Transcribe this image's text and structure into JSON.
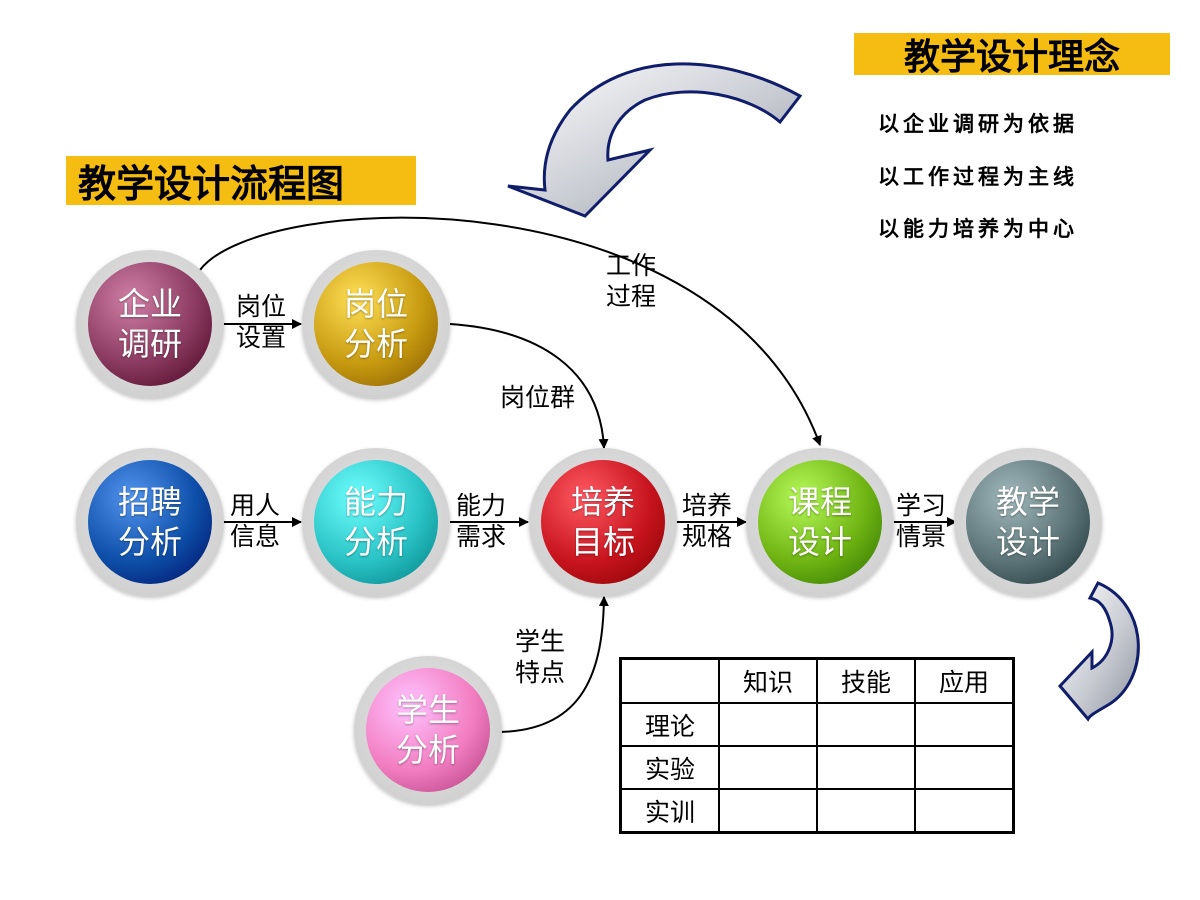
{
  "titles": {
    "flow": "教学设计流程图",
    "concept": "教学设计理念"
  },
  "principles": [
    "以企业调研为依据",
    "以工作过程为主线",
    "以能力培养为中心"
  ],
  "nodes": {
    "qiye": {
      "line1": "企业",
      "line2": "调研",
      "color": "#8a3a60"
    },
    "gangwei": {
      "line1": "岗位",
      "line2": "分析",
      "color": "#c79a10"
    },
    "zhaopin": {
      "line1": "招聘",
      "line2": "分析",
      "color": "#0d4fa8"
    },
    "nengli": {
      "line1": "能力",
      "line2": "分析",
      "color": "#29c2c5"
    },
    "peiyang": {
      "line1": "培养",
      "line2": "目标",
      "color": "#c8141e"
    },
    "kecheng": {
      "line1": "课程",
      "line2": "设计",
      "color": "#6fb412"
    },
    "jiaoxue": {
      "line1": "教学",
      "line2": "设计",
      "color": "#5b7377"
    },
    "xuesheng": {
      "line1": "学生",
      "line2": "分析",
      "color": "#f27dc0"
    }
  },
  "edges": {
    "gangwei_shezhi": {
      "line1": "岗位",
      "line2": "设置"
    },
    "gongzuo_guocheng": {
      "line1": "工作",
      "line2": "过程"
    },
    "gangweiqun": {
      "line1": "岗位群"
    },
    "yongren_xinxi": {
      "line1": "用人",
      "line2": "信息"
    },
    "nengli_xuqiu": {
      "line1": "能力",
      "line2": "需求"
    },
    "peiyang_guige": {
      "line1": "培养",
      "line2": "规格"
    },
    "xuexi_qingjing": {
      "line1": "学习",
      "line2": "情景"
    },
    "xuesheng_tedian": {
      "line1": "学生",
      "line2": "特点"
    }
  },
  "matrix": {
    "columns": [
      "",
      "知识",
      "技能",
      "应用"
    ],
    "rows": [
      {
        "label": "理论",
        "cells": [
          "",
          "",
          ""
        ]
      },
      {
        "label": "实验",
        "cells": [
          "",
          "",
          ""
        ]
      },
      {
        "label": "实训",
        "cells": [
          "",
          "",
          ""
        ]
      }
    ]
  }
}
